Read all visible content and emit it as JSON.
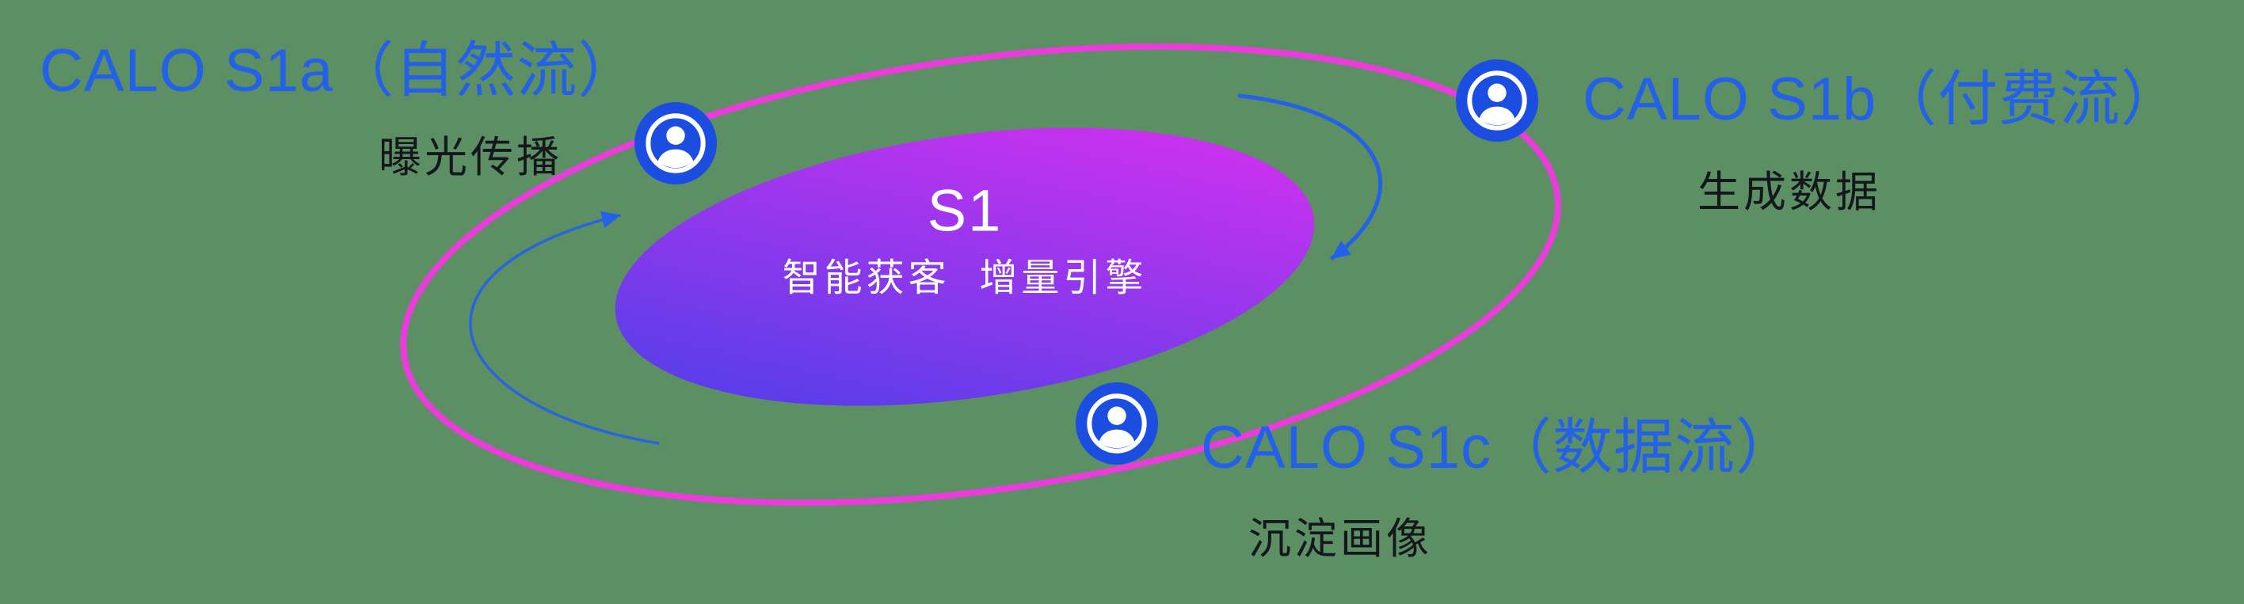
{
  "colors": {
    "background": "#5d8f64",
    "label_blue": "#2361e8",
    "sublabel_dark": "#14181d",
    "icon_blue": "#1b4de0",
    "arrow_blue": "#2361e8",
    "orbit_pink": "#e93cdb",
    "center_gradient_start": "#4440e8",
    "center_gradient_end": "#e02ff0",
    "center_text": "#ffffff",
    "icon_glyph": "#ffffff"
  },
  "center": {
    "title": "S1",
    "subtitle": "智能获客  增量引擎"
  },
  "nodes": [
    {
      "id": "s1a",
      "label": "CALO S1a（自然流）",
      "sublabel": "曝光传播",
      "icon": "user-icon"
    },
    {
      "id": "s1b",
      "label": "CALO S1b（付费流）",
      "sublabel": "生成数据",
      "icon": "user-icon"
    },
    {
      "id": "s1c",
      "label": "CALO S1c（数据流）",
      "sublabel": "沉淀画像",
      "icon": "user-icon"
    }
  ]
}
